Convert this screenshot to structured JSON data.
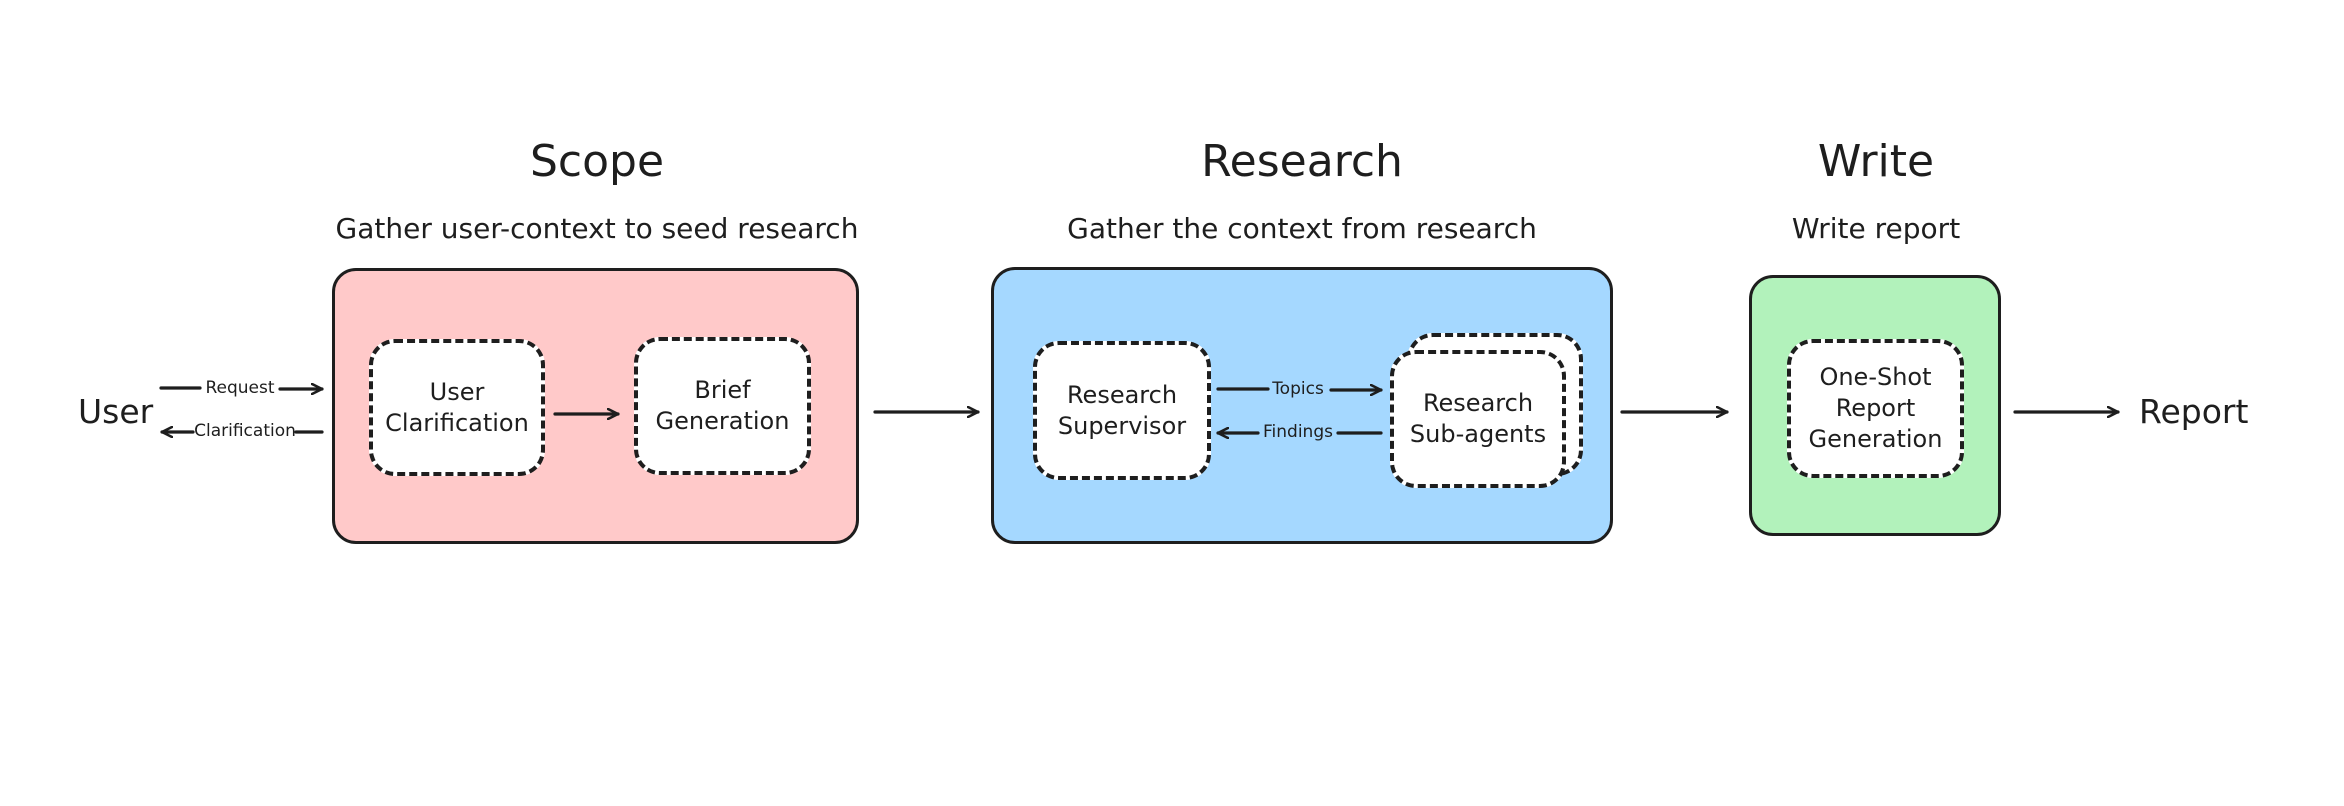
{
  "diagram": {
    "endpoints": {
      "input": "User",
      "output": "Report"
    },
    "stages": [
      {
        "id": "scope",
        "title": "Scope",
        "subtitle": "Gather user-context to seed research",
        "color": "#ffc9c9",
        "nodes": [
          {
            "id": "user-clarification",
            "label": "User\nClarification"
          },
          {
            "id": "brief-generation",
            "label": "Brief\nGeneration"
          }
        ]
      },
      {
        "id": "research",
        "title": "Research",
        "subtitle": "Gather the context from research",
        "color": "#a5d8ff",
        "nodes": [
          {
            "id": "research-supervisor",
            "label": "Research\nSupervisor"
          },
          {
            "id": "research-sub-agents",
            "label": "Research\nSub-agents",
            "stacked": true
          }
        ]
      },
      {
        "id": "write",
        "title": "Write",
        "subtitle": "Write report",
        "color": "#b2f2bb",
        "nodes": [
          {
            "id": "one-shot-report-generation",
            "label": "One-Shot\nReport\nGeneration"
          }
        ]
      }
    ],
    "edges": [
      {
        "from": "User",
        "to": "scope",
        "label": "Request"
      },
      {
        "from": "scope",
        "to": "User",
        "label": "Clarification"
      },
      {
        "from": "user-clarification",
        "to": "brief-generation",
        "label": ""
      },
      {
        "from": "scope",
        "to": "research",
        "label": ""
      },
      {
        "from": "research-supervisor",
        "to": "research-sub-agents",
        "label": "Topics"
      },
      {
        "from": "research-sub-agents",
        "to": "research-supervisor",
        "label": "Findings"
      },
      {
        "from": "research",
        "to": "write",
        "label": ""
      },
      {
        "from": "write",
        "to": "Report",
        "label": ""
      }
    ],
    "stroke_color": "#1e1e1e"
  }
}
